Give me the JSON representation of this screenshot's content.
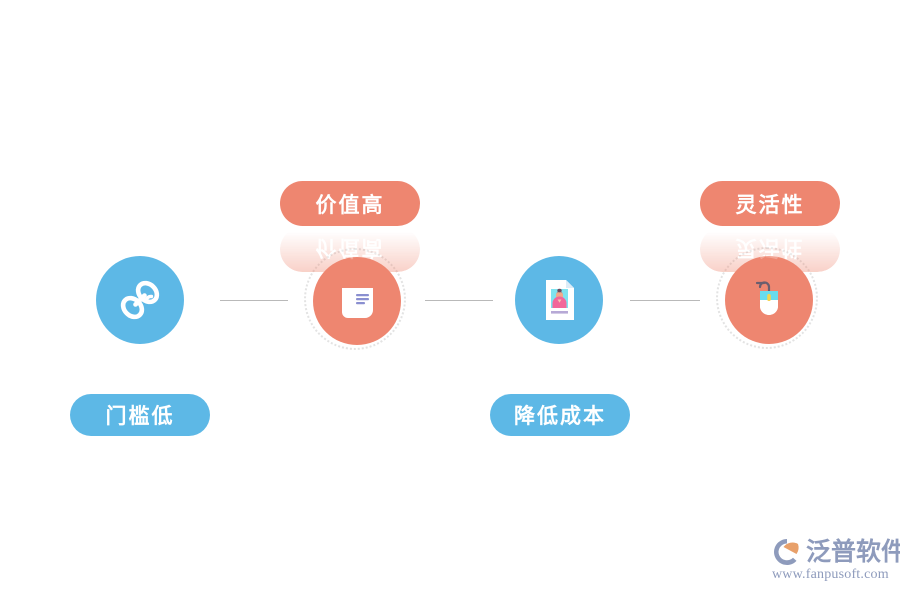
{
  "diagram": {
    "type": "horizontal-flow",
    "nodes": [
      {
        "id": "node-1",
        "icon": "chain-link-icon",
        "circle_color": "#5db8e6",
        "label": "门槛低",
        "label_position": "below",
        "label_color": "#5db8e6",
        "has_reflection": false
      },
      {
        "id": "node-2",
        "icon": "scroll-document-icon",
        "circle_color": "#ee8670",
        "label": "价值高",
        "label_position": "above",
        "label_color": "#ee8670",
        "has_reflection": true
      },
      {
        "id": "node-3",
        "icon": "id-card-document-icon",
        "circle_color": "#5db8e6",
        "label": "降低成本",
        "label_position": "below",
        "label_color": "#5db8e6",
        "has_reflection": false
      },
      {
        "id": "node-4",
        "icon": "computer-mouse-icon",
        "circle_color": "#ee8670",
        "label": "灵活性",
        "label_position": "above",
        "label_color": "#ee8670",
        "has_reflection": true
      }
    ],
    "connectors": 3,
    "connector_color": "#b9b9b9",
    "background": "#ffffff"
  },
  "watermark": {
    "brand_name": "泛普软件",
    "url": "www.fanpusoft.com",
    "text_color": "#8e9bbc",
    "mark_accent_color": "#e8a06a"
  }
}
